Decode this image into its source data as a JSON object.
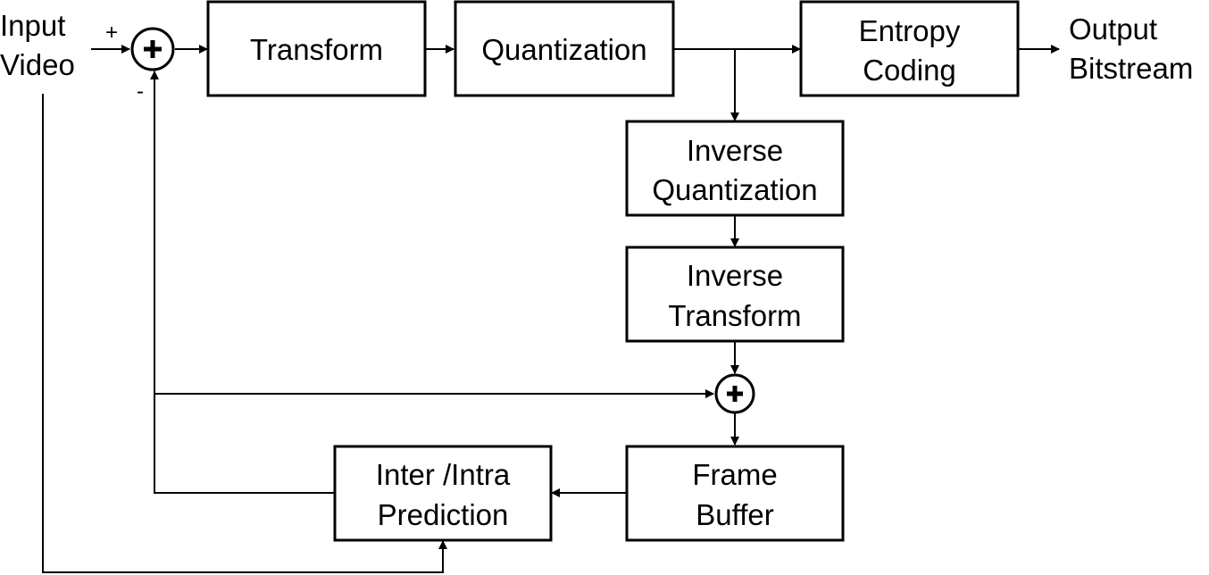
{
  "input_label": {
    "line1": "Input",
    "line2": "Video"
  },
  "output_label": {
    "line1": "Output",
    "line2": "Bitstream"
  },
  "signs": {
    "plus": "+",
    "minus": "-"
  },
  "blocks": {
    "transform": {
      "line1": "Transform"
    },
    "quantization": {
      "line1": "Quantization"
    },
    "entropy_coding": {
      "line1": "Entropy",
      "line2": "Coding"
    },
    "inverse_quantization": {
      "line1": "Inverse",
      "line2": "Quantization"
    },
    "inverse_transform": {
      "line1": "Inverse",
      "line2": "Transform"
    },
    "frame_buffer": {
      "line1": "Frame",
      "line2": "Buffer"
    },
    "prediction": {
      "line1": "Inter /Intra",
      "line2": "Prediction"
    }
  }
}
